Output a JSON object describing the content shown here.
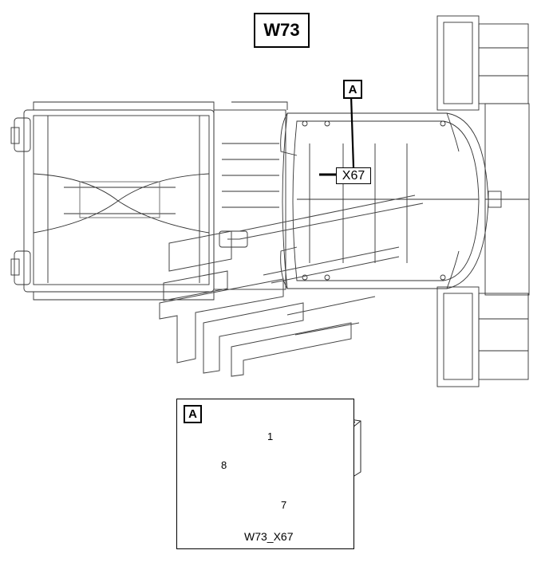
{
  "title": "W73",
  "callouts": {
    "detail_ref": "A",
    "connector": "X67"
  },
  "detail": {
    "tag": "A",
    "caption": "W73_X67",
    "parts": [
      {
        "number": "1",
        "description": ""
      },
      {
        "number": "8",
        "description": ""
      },
      {
        "number": "7",
        "description": ""
      }
    ]
  }
}
